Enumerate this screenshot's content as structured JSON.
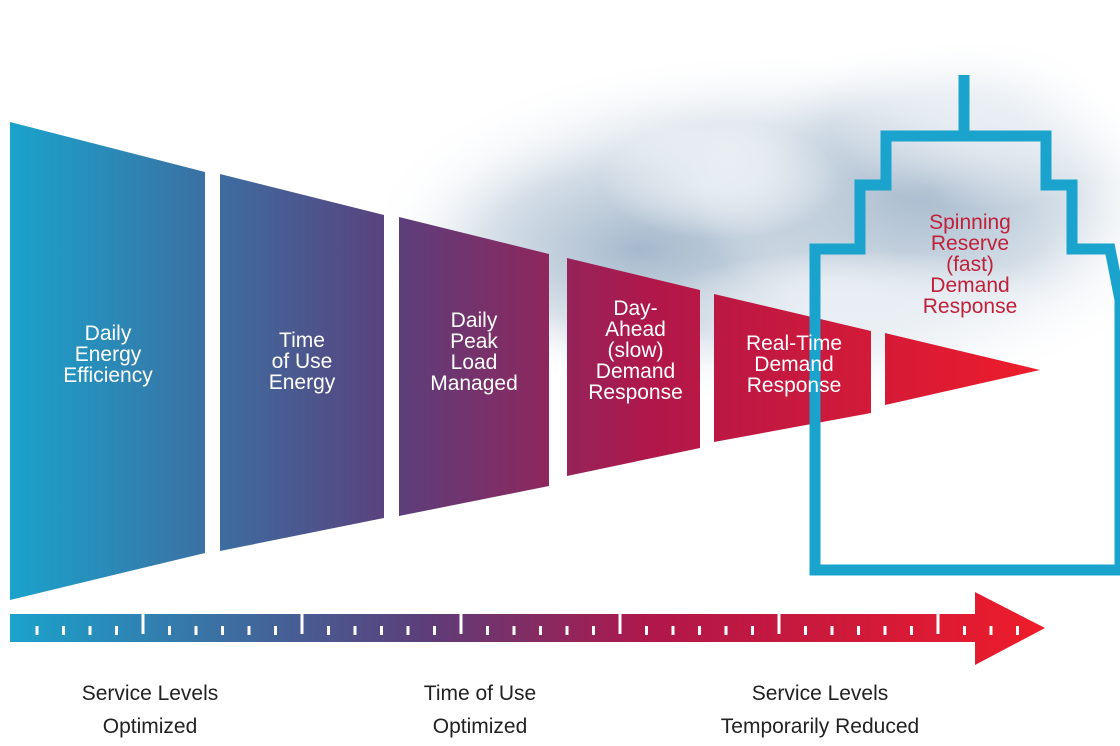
{
  "segments": [
    {
      "label": "Daily\nEnergy\nEfficiency"
    },
    {
      "label": "Time\nof Use\nEnergy"
    },
    {
      "label": "Daily\nPeak\nLoad\nManaged"
    },
    {
      "label": "Day-\nAhead\n(slow)\nDemand\nResponse"
    },
    {
      "label": "Real-Time\nDemand\nResponse"
    }
  ],
  "reserve": {
    "label": "Spinning\nReserve\n(fast)\nDemand\nResponse"
  },
  "captions": [
    {
      "text": "Service Levels\nOptimized"
    },
    {
      "text": "Time of Use\nOptimized"
    },
    {
      "text": "Service Levels\nTemporarily Reduced"
    }
  ],
  "colors": {
    "teal": "#1aa3cc",
    "purple": "#5c3e7a",
    "crimson": "#b0174a",
    "red": "#ee1c2a",
    "outline": "#1aa3cc",
    "reserve_text": "#c0213a"
  }
}
